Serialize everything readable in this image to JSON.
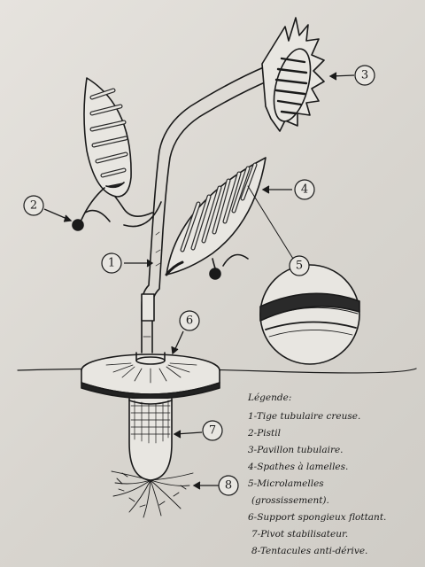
{
  "callouts": [
    "1",
    "2",
    "3",
    "4",
    "5",
    "6",
    "7",
    "8"
  ],
  "legend": {
    "title": "Légende:",
    "items": [
      "1-Tige tubulaire creuse.",
      "2-Pistil",
      "3-Pavillon tubulaire.",
      "4-Spathes à lamelles.",
      "5-Microlamelles",
      "(grossissement).",
      "6-Support spongieux flottant.",
      "7-Pivot stabilisateur.",
      "8-Tentacules anti-dérive."
    ]
  }
}
